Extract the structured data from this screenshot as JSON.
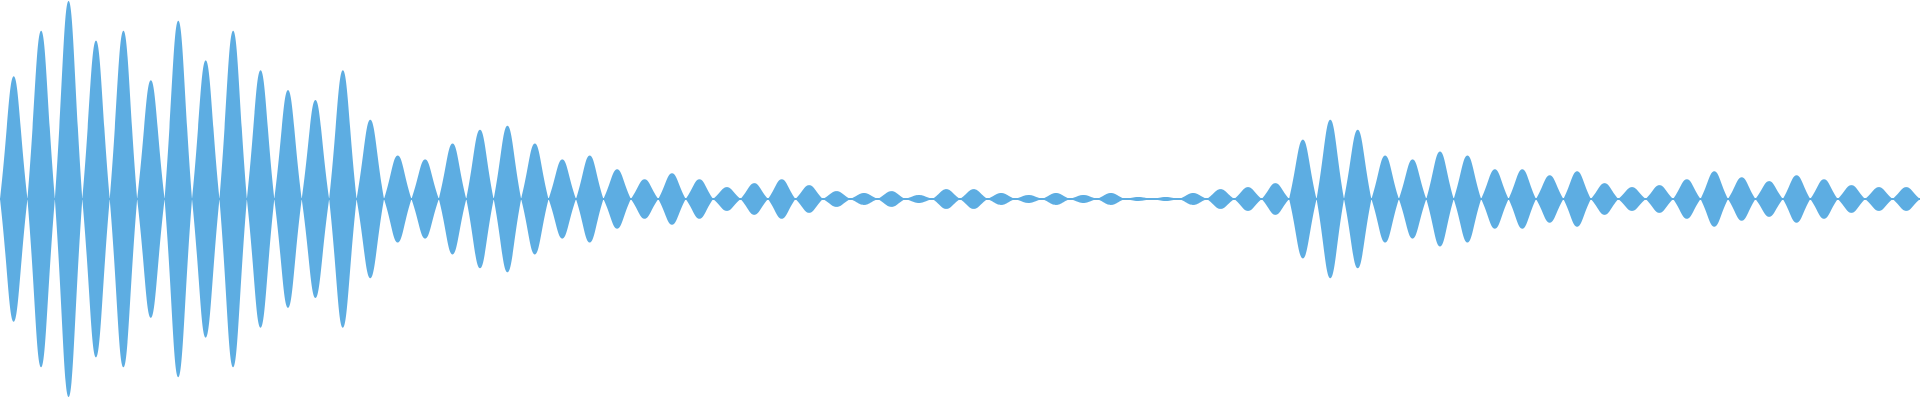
{
  "waveform": {
    "color": "#5dade2",
    "background": "#ffffff",
    "lobe_peaks": [
      0.62,
      0.85,
      1.0,
      0.8,
      0.85,
      0.6,
      0.9,
      0.7,
      0.85,
      0.65,
      0.55,
      0.5,
      0.65,
      0.4,
      0.22,
      0.2,
      0.28,
      0.35,
      0.37,
      0.28,
      0.2,
      0.22,
      0.15,
      0.1,
      0.13,
      0.1,
      0.06,
      0.08,
      0.1,
      0.07,
      0.04,
      0.03,
      0.04,
      0.02,
      0.05,
      0.05,
      0.03,
      0.02,
      0.03,
      0.02,
      0.03,
      0.01,
      0.01,
      0.03,
      0.05,
      0.06,
      0.08,
      0.3,
      0.4,
      0.35,
      0.22,
      0.2,
      0.24,
      0.22,
      0.15,
      0.15,
      0.12,
      0.14,
      0.08,
      0.06,
      0.07,
      0.1,
      0.14,
      0.11,
      0.09,
      0.12,
      0.1,
      0.07,
      0.06,
      0.06
    ]
  }
}
